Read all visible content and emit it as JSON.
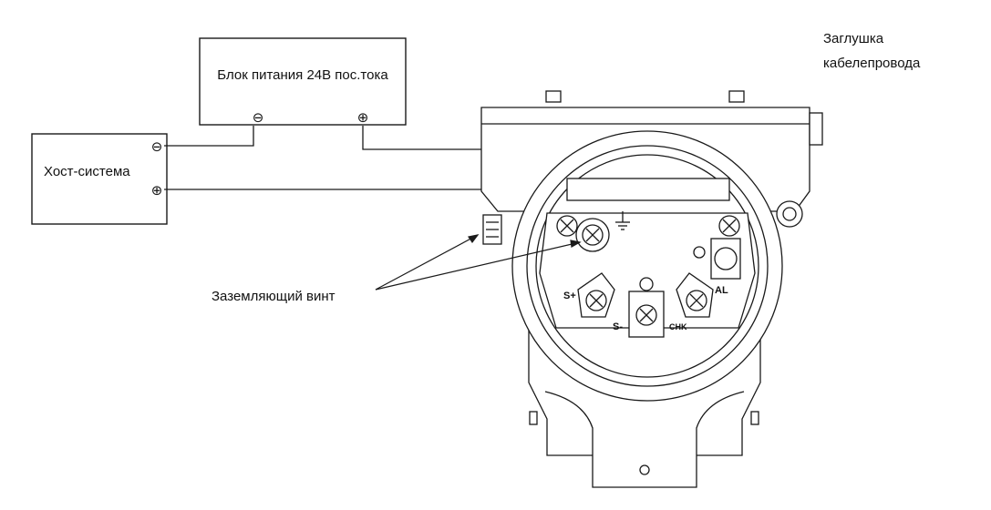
{
  "labels": {
    "power_supply": "Блок питания 24В пос.тока",
    "host_system": "Хост-система",
    "conduit_plug_line1": "Заглушка",
    "conduit_plug_line2": "кабелепровода",
    "ground_screw": "Заземляющий винт"
  },
  "terminals": {
    "s_plus": "S+",
    "s_minus": "S-",
    "chk": "CHK",
    "al": "AL"
  },
  "symbols": {
    "minus": "⊖",
    "plus": "⊕"
  },
  "colors": {
    "line": "#1a1a1a",
    "light_line": "#555555",
    "background": "#ffffff"
  }
}
